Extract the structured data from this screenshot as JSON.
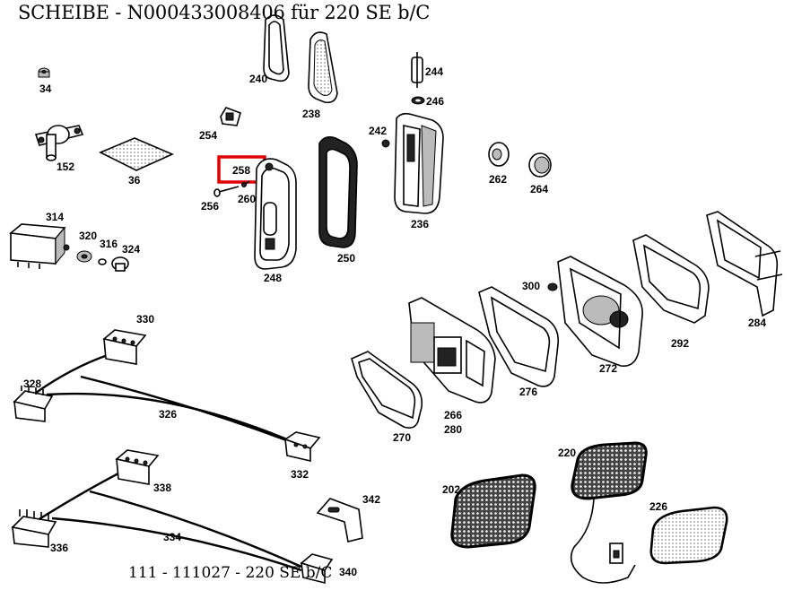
{
  "title": "SCHEIBE  - N000433008406 für 220 SE b/C",
  "footer": "111 - 111027 - 220 SE b/C",
  "highlight_color": "#e00000",
  "labels": {
    "p34": "34",
    "p152": "152",
    "p36": "36",
    "p314": "314",
    "p320": "320",
    "p316": "316",
    "p324": "324",
    "p240": "240",
    "p238": "238",
    "p254": "254",
    "p258": "258",
    "p256": "256",
    "p260": "260",
    "p248": "248",
    "p250": "250",
    "p244": "244",
    "p246": "246",
    "p242": "242",
    "p236": "236",
    "p262": "262",
    "p264": "264",
    "p300": "300",
    "p284": "284",
    "p292": "292",
    "p272": "272",
    "p276": "276",
    "p266": "266",
    "p280": "280",
    "p270": "270",
    "p330": "330",
    "p328": "328",
    "p326": "326",
    "p332": "332",
    "p338": "338",
    "p336": "336",
    "p334": "334",
    "p342": "342",
    "p340": "340",
    "p220": "220",
    "p202": "202",
    "p226": "226"
  }
}
